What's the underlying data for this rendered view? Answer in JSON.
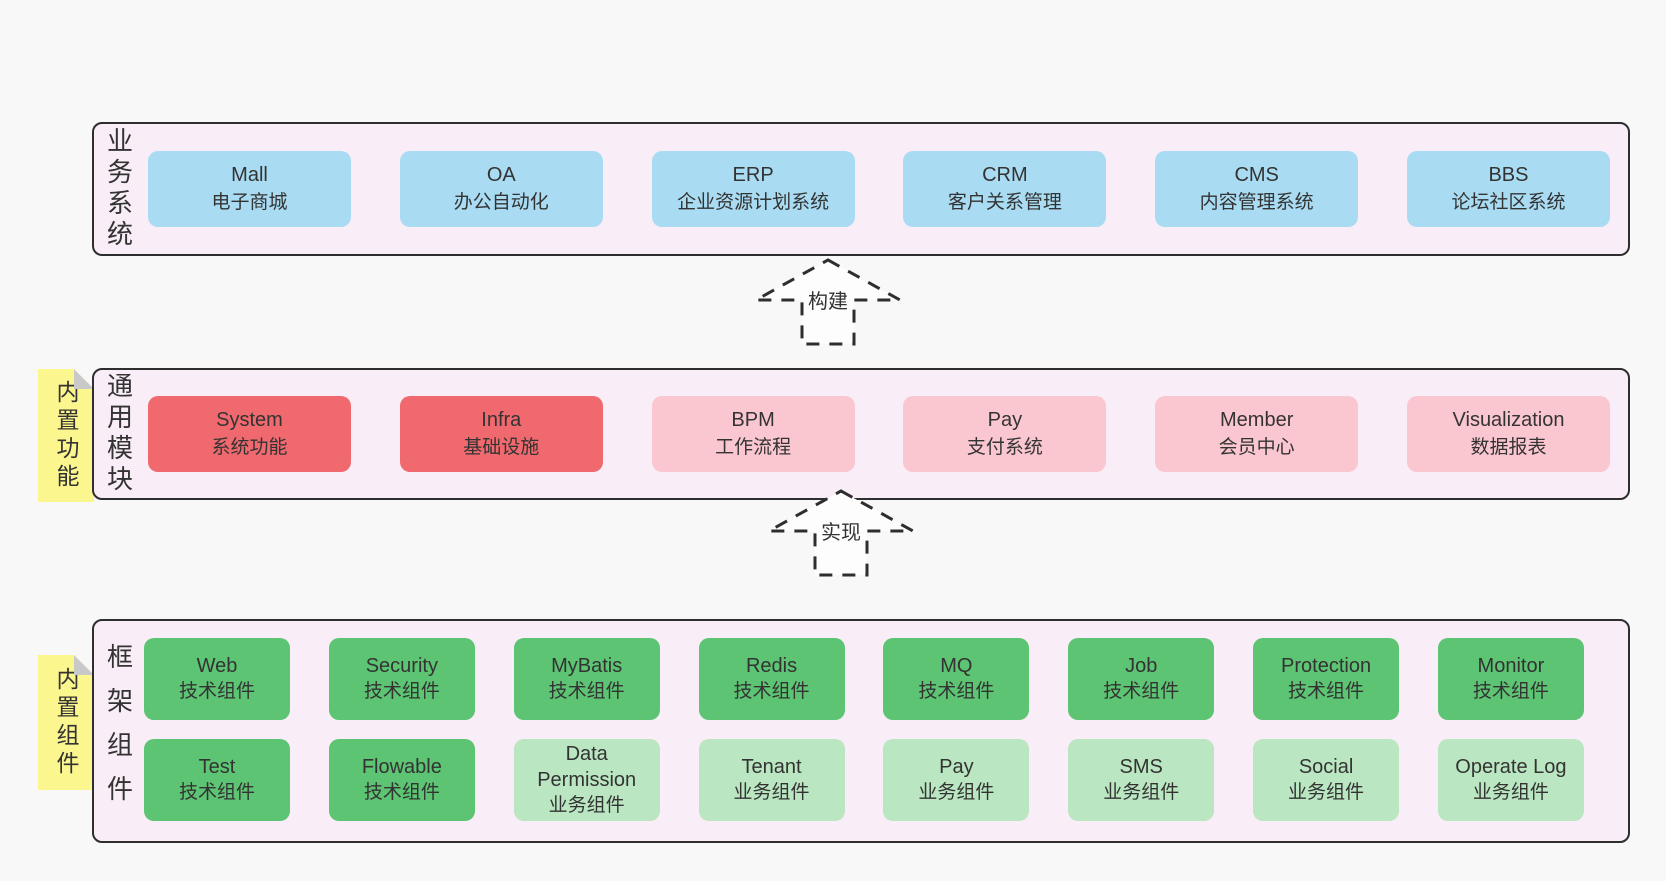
{
  "colors": {
    "page_bg": "#f8f8f8",
    "layer_bg": "#f9edf7",
    "layer_border": "#2e2e2e",
    "blue": "#a9dcf3",
    "red": "#f0696e",
    "pink": "#fac7d0",
    "green": "#5cc472",
    "green_light": "#bae6c1",
    "sticky_yellow": "#fbf68e",
    "sticky_fold": "#c9c9c9",
    "text": "#333333",
    "arrow_fill": "#fdfdfd"
  },
  "layers": [
    {
      "label": "业务系统",
      "boxes": [
        {
          "name": "Mall",
          "desc": "电子商城"
        },
        {
          "name": "OA",
          "desc": "办公自动化"
        },
        {
          "name": "ERP",
          "desc": "企业资源计划系统"
        },
        {
          "name": "CRM",
          "desc": "客户关系管理"
        },
        {
          "name": "CMS",
          "desc": "内容管理系统"
        },
        {
          "name": "BBS",
          "desc": "论坛社区系统"
        }
      ]
    },
    {
      "label": "通用模块",
      "sticky": "内置功能",
      "boxes": [
        {
          "name": "System",
          "desc": "系统功能"
        },
        {
          "name": "Infra",
          "desc": "基础设施"
        },
        {
          "name": "BPM",
          "desc": "工作流程"
        },
        {
          "name": "Pay",
          "desc": "支付系统"
        },
        {
          "name": "Member",
          "desc": "会员中心"
        },
        {
          "name": "Visualization",
          "desc": "数据报表"
        }
      ]
    },
    {
      "label": "框架组件",
      "sticky": "内置组件",
      "rows": [
        [
          {
            "name": "Web",
            "desc": "技术组件"
          },
          {
            "name": "Security",
            "desc": "技术组件"
          },
          {
            "name": "MyBatis",
            "desc": "技术组件"
          },
          {
            "name": "Redis",
            "desc": "技术组件"
          },
          {
            "name": "MQ",
            "desc": "技术组件"
          },
          {
            "name": "Job",
            "desc": "技术组件"
          },
          {
            "name": "Protection",
            "desc": "技术组件"
          },
          {
            "name": "Monitor",
            "desc": "技术组件"
          }
        ],
        [
          {
            "name": "Test",
            "desc": "技术组件"
          },
          {
            "name": "Flowable",
            "desc": "技术组件"
          },
          {
            "name": "Data Permission",
            "desc": "业务组件"
          },
          {
            "name": "Tenant",
            "desc": "业务组件"
          },
          {
            "name": "Pay",
            "desc": "业务组件"
          },
          {
            "name": "SMS",
            "desc": "业务组件"
          },
          {
            "name": "Social",
            "desc": "业务组件"
          },
          {
            "name": "Operate Log",
            "desc": "业务组件"
          }
        ]
      ]
    }
  ],
  "arrows": [
    {
      "label": "构建"
    },
    {
      "label": "实现"
    }
  ]
}
